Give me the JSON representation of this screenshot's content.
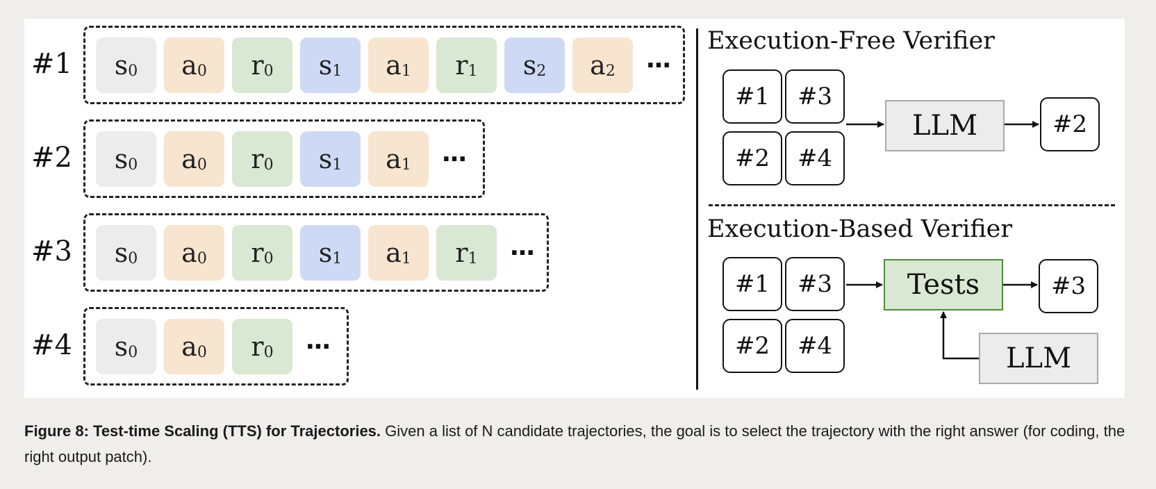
{
  "rows": [
    {
      "label": "#1",
      "ellipsis": "···",
      "tokens": [
        {
          "base": "s",
          "sub": "0",
          "kind": "s0"
        },
        {
          "base": "a",
          "sub": "0",
          "kind": "a"
        },
        {
          "base": "r",
          "sub": "0",
          "kind": "r"
        },
        {
          "base": "s",
          "sub": "1",
          "kind": "s"
        },
        {
          "base": "a",
          "sub": "1",
          "kind": "a"
        },
        {
          "base": "r",
          "sub": "1",
          "kind": "r"
        },
        {
          "base": "s",
          "sub": "2",
          "kind": "s"
        },
        {
          "base": "a",
          "sub": "2",
          "kind": "a"
        }
      ]
    },
    {
      "label": "#2",
      "ellipsis": "···",
      "tokens": [
        {
          "base": "s",
          "sub": "0",
          "kind": "s0"
        },
        {
          "base": "a",
          "sub": "0",
          "kind": "a"
        },
        {
          "base": "r",
          "sub": "0",
          "kind": "r"
        },
        {
          "base": "s",
          "sub": "1",
          "kind": "s"
        },
        {
          "base": "a",
          "sub": "1",
          "kind": "a"
        }
      ]
    },
    {
      "label": "#3",
      "ellipsis": "···",
      "tokens": [
        {
          "base": "s",
          "sub": "0",
          "kind": "s0"
        },
        {
          "base": "a",
          "sub": "0",
          "kind": "a"
        },
        {
          "base": "r",
          "sub": "0",
          "kind": "r"
        },
        {
          "base": "s",
          "sub": "1",
          "kind": "s"
        },
        {
          "base": "a",
          "sub": "1",
          "kind": "a"
        },
        {
          "base": "r",
          "sub": "1",
          "kind": "r"
        }
      ]
    },
    {
      "label": "#4",
      "ellipsis": "···",
      "tokens": [
        {
          "base": "s",
          "sub": "0",
          "kind": "s0"
        },
        {
          "base": "a",
          "sub": "0",
          "kind": "a"
        },
        {
          "base": "r",
          "sub": "0",
          "kind": "r"
        }
      ]
    }
  ],
  "colors": {
    "s0": "#ececec",
    "a": "#f8e5cf",
    "r": "#d9e8d3",
    "s": "#cedaf5",
    "tests_fill": "#d9e8d3",
    "tests_border": "#4f8a3c",
    "llm_fill": "#ececec"
  },
  "free_verifier": {
    "title": "Execution-Free Verifier",
    "candidates": [
      "#1",
      "#3",
      "#2",
      "#4"
    ],
    "model": "LLM",
    "selected": "#2"
  },
  "based_verifier": {
    "title": "Execution-Based Verifier",
    "candidates": [
      "#1",
      "#3",
      "#2",
      "#4"
    ],
    "tests": "Tests",
    "model": "LLM",
    "selected": "#3"
  },
  "caption": {
    "bold": "Figure 8: Test-time Scaling (TTS) for Trajectories.",
    "text": " Given a list of N candidate trajectories, the goal is to select the trajectory with the right answer (for coding, the right output patch)."
  }
}
